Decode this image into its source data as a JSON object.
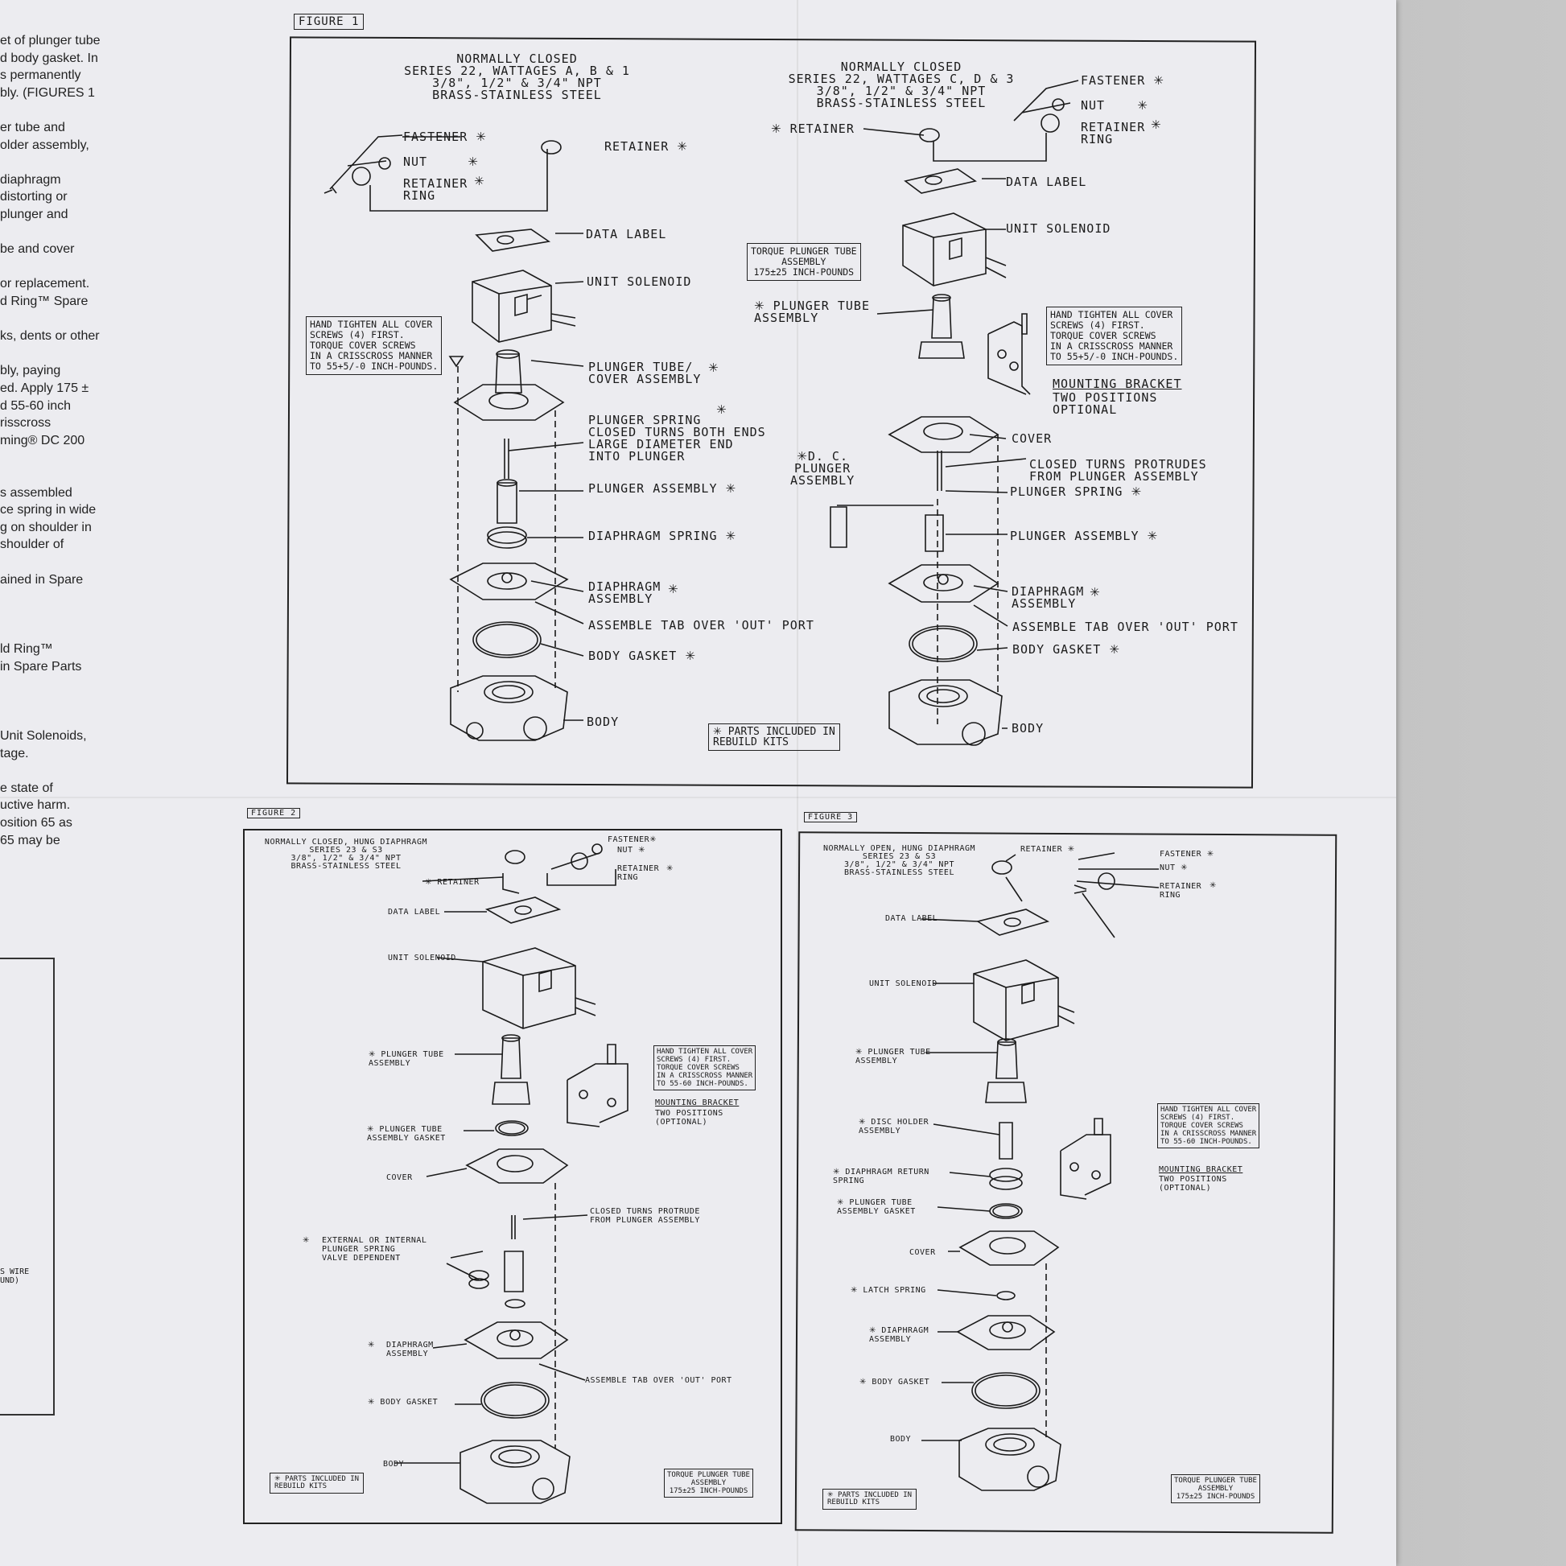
{
  "left_column": {
    "lines": [
      "et of plunger tube",
      "d body gasket. In",
      "s permanently",
      "bly. (FIGURES 1",
      "",
      "er tube and",
      "older assembly,",
      "",
      "diaphragm",
      "distorting or",
      "plunger and",
      "",
      "be and cover",
      "",
      "or replacement.",
      "d Ring™ Spare",
      "",
      "ks, dents or other",
      "",
      "bly, paying",
      "ed. Apply 175 ±",
      "d 55-60 inch",
      "risscross",
      "ming® DC 200",
      "",
      "",
      "s assembled",
      "ce spring in wide",
      "g on shoulder in",
      "shoulder of",
      "",
      "ained in Spare",
      "",
      "",
      "",
      "ld Ring™",
      " in Spare Parts",
      "",
      "",
      "",
      "Unit Solenoids,",
      "tage.",
      "",
      "e state of",
      "uctive harm.",
      "osition 65 as",
      "65 may be"
    ],
    "box_text": [
      "S WIRE",
      "UND)"
    ]
  },
  "figure1": {
    "tag": "FIGURE 1",
    "left_title": "NORMALLY CLOSED\nSERIES 22, WATTAGES A, B & 1\n3/8\", 1/2\" & 3/4\" NPT\nBRASS-STAINLESS STEEL",
    "right_title": "NORMALLY CLOSED\nSERIES 22, WATTAGES C, D & 3\n3/8\", 1/2\" & 3/4\" NPT\nBRASS-STAINLESS STEEL",
    "left_labels": {
      "fastener": "FASTENER",
      "nut": "NUT",
      "retainer_ring": "RETAINER\nRING",
      "retainer": "RETAINER",
      "data_label": "DATA LABEL",
      "unit_solenoid": "UNIT SOLENOID",
      "plunger_tube_cover": "PLUNGER TUBE/\nCOVER ASSEMBLY",
      "plunger_spring": "PLUNGER SPRING\nCLOSED TURNS BOTH ENDS\nLARGE DIAMETER END\nINTO PLUNGER",
      "plunger_assembly": "PLUNGER ASSEMBLY",
      "diaphragm_spring": "DIAPHRAGM SPRING",
      "diaphragm_assembly": "DIAPHRAGM\nASSEMBLY",
      "assemble_tab": "ASSEMBLE TAB OVER 'OUT' PORT",
      "body_gasket": "BODY GASKET",
      "body": "BODY"
    },
    "left_note": "HAND TIGHTEN ALL COVER\nSCREWS (4) FIRST.\nTORQUE COVER SCREWS\nIN A CRISSCROSS MANNER\nTO 55+5/-0 INCH-POUNDS.",
    "right_labels": {
      "fastener": "FASTENER",
      "nut": "NUT",
      "retainer_ring": "RETAINER\nRING",
      "retainer": "RETAINER",
      "data_label": "DATA LABEL",
      "unit_solenoid": "UNIT SOLENOID",
      "plunger_tube_assembly": "PLUNGER TUBE\nASSEMBLY",
      "mounting_bracket": "MOUNTING BRACKET",
      "two_positions": "TWO POSITIONS\nOPTIONAL",
      "cover": "COVER",
      "dc_plunger": "D. C.\nPLUNGER\nASSEMBLY",
      "closed_turns": "CLOSED TURNS PROTRUDES\nFROM PLUNGER ASSEMBLY",
      "plunger_spring": "PLUNGER SPRING",
      "plunger_assembly": "PLUNGER ASSEMBLY",
      "diaphragm_assembly": "DIAPHRAGM\nASSEMBLY",
      "assemble_tab": "ASSEMBLE TAB OVER 'OUT' PORT",
      "body_gasket": "BODY GASKET",
      "body": "BODY"
    },
    "right_torque_note": "TORQUE PLUNGER TUBE\nASSEMBLY\n175±25 INCH-POUNDS",
    "right_note": "HAND TIGHTEN ALL COVER\nSCREWS (4) FIRST.\nTORQUE COVER SCREWS\nIN A CRISSCROSS MANNER\nTO 55+5/-0 INCH-POUNDS.",
    "legend": "PARTS INCLUDED IN\nREBUILD KITS"
  },
  "figure2": {
    "tag": "FIGURE 2",
    "title": "NORMALLY CLOSED, HUNG DIAPHRAGM\nSERIES 23 & S3\n3/8\", 1/2\" & 3/4\" NPT\nBRASS-STAINLESS STEEL",
    "labels": {
      "fastener": "FASTENER",
      "nut": "NUT",
      "retainer_ring": "RETAINER\nRING",
      "retainer": "RETAINER",
      "data_label": "DATA LABEL",
      "unit_solenoid": "UNIT SOLENOID",
      "plunger_tube_assembly": "PLUNGER TUBE\nASSEMBLY",
      "plunger_tube_gasket": "PLUNGER TUBE\nASSEMBLY GASKET",
      "cover": "COVER",
      "closed_turns": "CLOSED TURNS PROTRUDE\nFROM PLUNGER ASSEMBLY",
      "external_spring": "EXTERNAL OR INTERNAL\nPLUNGER SPRING\nVALVE DEPENDENT",
      "diaphragm_assembly": "DIAPHRAGM\nASSEMBLY",
      "assemble_tab": "ASSEMBLE TAB OVER 'OUT' PORT",
      "body_gasket": "BODY GASKET",
      "body": "BODY",
      "mounting_bracket": "MOUNTING BRACKET",
      "two_positions": "TWO POSITIONS\n(OPTIONAL)"
    },
    "note": "HAND TIGHTEN ALL COVER\nSCREWS (4) FIRST.\nTORQUE COVER SCREWS\nIN A CRISSCROSS MANNER\nTO 55-60 INCH-POUNDS.",
    "legend": "PARTS INCLUDED IN\nREBUILD KITS",
    "torque_note": "TORQUE PLUNGER TUBE\nASSEMBLY\n175±25 INCH-POUNDS"
  },
  "figure3": {
    "tag": "FIGURE 3",
    "title": "NORMALLY OPEN, HUNG DIAPHRAGM\nSERIES 23 & S3\n3/8\", 1/2\" & 3/4\" NPT\nBRASS-STAINLESS STEEL",
    "labels": {
      "retainer": "RETAINER",
      "fastener": "FASTENER",
      "nut": "NUT",
      "retainer_ring": "RETAINER\nRING",
      "data_label": "DATA LABEL",
      "unit_solenoid": "UNIT SOLENOID",
      "plunger_tube_assembly": "PLUNGER TUBE\nASSEMBLY",
      "disc_holder": "DISC HOLDER\nASSEMBLY",
      "diaphragm_return": "DIAPHRAGM RETURN\nSPRING",
      "plunger_tube_gasket": "PLUNGER TUBE\nASSEMBLY GASKET",
      "cover": "COVER",
      "latch_spring": "LATCH SPRING",
      "diaphragm_assembly": "DIAPHRAGM\nASSEMBLY",
      "body_gasket": "BODY GASKET",
      "body": "BODY",
      "mounting_bracket": "MOUNTING BRACKET",
      "two_positions": "TWO POSITIONS\n(OPTIONAL)"
    },
    "note": "HAND TIGHTEN ALL COVER\nSCREWS (4) FIRST.\nTORQUE COVER SCREWS\nIN A CRISSCROSS MANNER\nTO 55-60 INCH-POUNDS.",
    "legend": "PARTS INCLUDED IN\nREBUILD KITS",
    "torque_note": "TORQUE PLUNGER TUBE\nASSEMBLY\n175±25 INCH-POUNDS"
  },
  "symbols": {
    "kit_star": "✳"
  }
}
